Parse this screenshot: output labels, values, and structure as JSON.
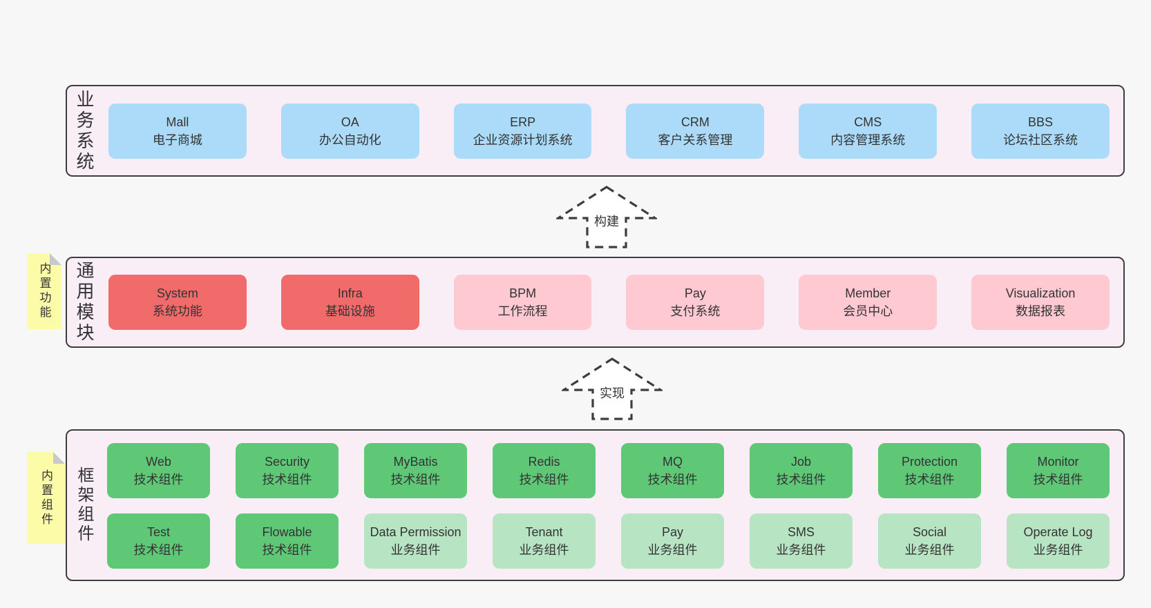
{
  "colors": {
    "page": "#f7f7f7",
    "panel": "#f9edf6",
    "border": "#3d3d3d",
    "text": "#333333",
    "blue": "#abdbf8",
    "red": "#f16b6b",
    "pink": "#ffc9d2",
    "green": "#5fc877",
    "lightgreen": "#b7e5c3",
    "note": "#fbfba8",
    "fold": "#c9c9c9"
  },
  "arrows": {
    "build": "构建",
    "implement": "实现"
  },
  "layers": {
    "business": {
      "label": "业务系统",
      "boxes": [
        {
          "title": "Mall",
          "subtitle": "电子商城"
        },
        {
          "title": "OA",
          "subtitle": "办公自动化"
        },
        {
          "title": "ERP",
          "subtitle": "企业资源计划系统"
        },
        {
          "title": "CRM",
          "subtitle": "客户关系管理"
        },
        {
          "title": "CMS",
          "subtitle": "内容管理系统"
        },
        {
          "title": "BBS",
          "subtitle": "论坛社区系统"
        }
      ]
    },
    "modules": {
      "note": "内置功能",
      "label": "通用模块",
      "boxes": [
        {
          "title": "System",
          "subtitle": "系统功能"
        },
        {
          "title": "Infra",
          "subtitle": "基础设施"
        },
        {
          "title": "BPM",
          "subtitle": "工作流程"
        },
        {
          "title": "Pay",
          "subtitle": "支付系统"
        },
        {
          "title": "Member",
          "subtitle": "会员中心"
        },
        {
          "title": "Visualization",
          "subtitle": "数据报表"
        }
      ]
    },
    "framework": {
      "note": "内置组件",
      "label": "框架组件",
      "row1": [
        {
          "title": "Web",
          "subtitle": "技术组件"
        },
        {
          "title": "Security",
          "subtitle": "技术组件"
        },
        {
          "title": "MyBatis",
          "subtitle": "技术组件"
        },
        {
          "title": "Redis",
          "subtitle": "技术组件"
        },
        {
          "title": "MQ",
          "subtitle": "技术组件"
        },
        {
          "title": "Job",
          "subtitle": "技术组件"
        },
        {
          "title": "Protection",
          "subtitle": "技术组件"
        },
        {
          "title": "Monitor",
          "subtitle": "技术组件"
        }
      ],
      "row2": [
        {
          "title": "Test",
          "subtitle": "技术组件"
        },
        {
          "title": "Flowable",
          "subtitle": "技术组件"
        },
        {
          "title": "Data Permission",
          "subtitle": "业务组件"
        },
        {
          "title": "Tenant",
          "subtitle": "业务组件"
        },
        {
          "title": "Pay",
          "subtitle": "业务组件"
        },
        {
          "title": "SMS",
          "subtitle": "业务组件"
        },
        {
          "title": "Social",
          "subtitle": "业务组件"
        },
        {
          "title": "Operate Log",
          "subtitle": "业务组件"
        }
      ]
    }
  }
}
